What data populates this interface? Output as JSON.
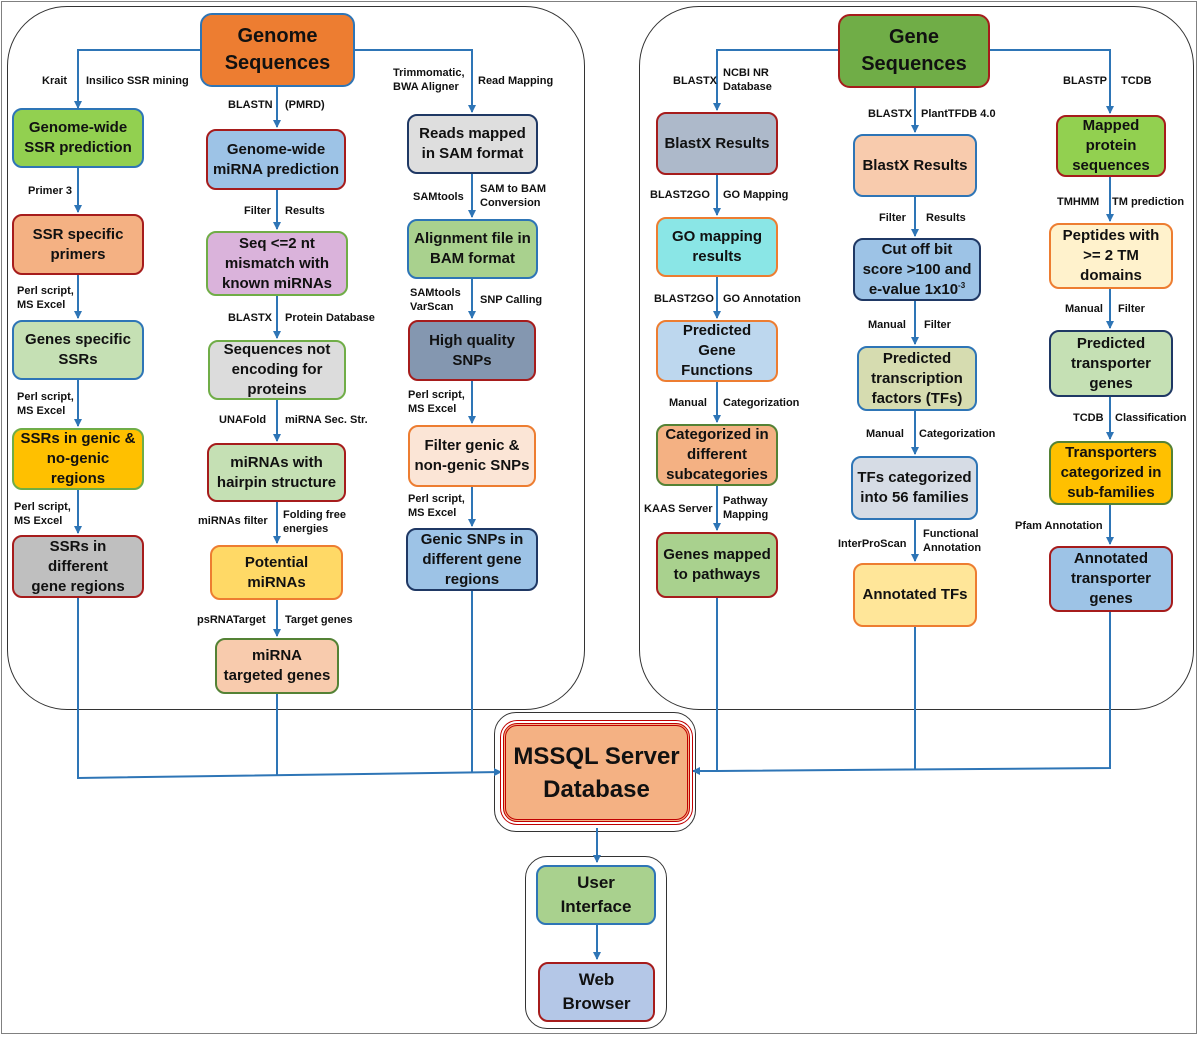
{
  "genome_panel": {
    "root": [
      "Genome",
      "Sequences"
    ],
    "col1": {
      "edge_top": [
        "Krait",
        "Insilico SSR mining"
      ],
      "n1": [
        "Genome-wide",
        "SSR prediction"
      ],
      "e1": "Primer 3",
      "n2": [
        "SSR specific",
        "primers"
      ],
      "e2": [
        "Perl script,",
        "MS Excel"
      ],
      "n3": [
        "Genes specific",
        "SSRs"
      ],
      "e3": [
        "Perl script,",
        "MS Excel"
      ],
      "n4": [
        "SSRs in genic &",
        "no-genic regions"
      ],
      "e4": [
        "Perl script,",
        "MS Excel"
      ],
      "n5": [
        "SSRs in different",
        "gene regions"
      ]
    },
    "col2": {
      "edge_top": [
        "BLASTN",
        "(PMRD)"
      ],
      "n1": [
        "Genome-wide",
        "miRNA prediction"
      ],
      "e1": [
        "Filter",
        "Results"
      ],
      "n2": [
        "Seq <=2 nt",
        "mismatch with",
        "known miRNAs"
      ],
      "e2": [
        "BLASTX",
        "Protein Database"
      ],
      "n3": [
        "Sequences not",
        "encoding for",
        "proteins"
      ],
      "e3": [
        "UNAFold",
        "miRNA Sec. Str."
      ],
      "n4": [
        "miRNAs with",
        "hairpin structure"
      ],
      "e4": [
        "miRNAs filter",
        "Folding free",
        "energies"
      ],
      "n5": [
        "Potential",
        "miRNAs"
      ],
      "e5": [
        "psRNATarget",
        "Target genes"
      ],
      "n6": [
        "miRNA",
        "targeted genes"
      ]
    },
    "col3": {
      "edge_top": [
        "Trimmomatic,",
        "BWA Aligner",
        "Read Mapping"
      ],
      "n1": [
        "Reads mapped",
        "in SAM format"
      ],
      "e1": [
        "SAMtools",
        "SAM to BAM",
        "Conversion"
      ],
      "n2": [
        "Alignment file in",
        "BAM format"
      ],
      "e2": [
        "SAMtools",
        "VarScan",
        "SNP Calling"
      ],
      "n3": [
        "High quality",
        "SNPs"
      ],
      "e3": [
        "Perl script,",
        "MS Excel"
      ],
      "n4": [
        "Filter genic &",
        "non-genic SNPs"
      ],
      "e4": [
        "Perl script,",
        "MS Excel"
      ],
      "n5": [
        "Genic SNPs in",
        "different gene",
        "regions"
      ]
    }
  },
  "gene_panel": {
    "root": [
      "Gene",
      "Sequences"
    ],
    "col1": {
      "edge_top": [
        "BLASTX",
        "NCBI NR",
        "Database"
      ],
      "n1": "BlastX Results",
      "e1": [
        "BLAST2GO",
        "GO Mapping"
      ],
      "n2": [
        "GO mapping",
        "results"
      ],
      "e2": [
        "BLAST2GO",
        "GO Annotation"
      ],
      "n3": [
        "Predicted",
        "Gene",
        "Functions"
      ],
      "e3": [
        "Manual",
        "Categorization"
      ],
      "n4": [
        "Categorized in",
        "different",
        "subcategories"
      ],
      "e4": [
        "KAAS Server",
        "Pathway",
        "Mapping"
      ],
      "n5": [
        "Genes mapped",
        "to pathways"
      ]
    },
    "col2": {
      "edge_top": [
        "BLASTX",
        "PlantTFDB 4.0"
      ],
      "n1": "BlastX Results",
      "e1": [
        "Filter",
        "Results"
      ],
      "n2": [
        "Cut off bit",
        "score >100 and",
        "e-value 1x10",
        "-3"
      ],
      "e2": [
        "Manual",
        "Filter"
      ],
      "n3": [
        "Predicted",
        "transcription",
        "factors (TFs)"
      ],
      "e3": [
        "Manual",
        "Categorization"
      ],
      "n4": [
        "TFs categorized",
        "into 56 families"
      ],
      "e4": [
        "InterProScan",
        "Functional",
        "Annotation"
      ],
      "n5": "Annotated TFs"
    },
    "col3": {
      "edge_top": [
        "BLASTP",
        "TCDB"
      ],
      "n1": [
        "Mapped",
        "protein",
        "sequences"
      ],
      "e1": [
        "TMHMM",
        "TM  prediction"
      ],
      "n2": [
        "Peptides with",
        ">= 2 TM",
        "domains"
      ],
      "e2": [
        "Manual",
        "Filter"
      ],
      "n3": [
        "Predicted",
        "transporter",
        "genes"
      ],
      "e3": [
        "TCDB",
        "Classification"
      ],
      "n4": [
        "Transporters",
        "categorized in",
        "sub-families"
      ],
      "e4": "Pfam Annotation",
      "n5": [
        "Annotated",
        "transporter",
        "genes"
      ]
    }
  },
  "database": [
    "MSSQL Server",
    "Database"
  ],
  "frontend": {
    "ui": [
      "User",
      "Interface"
    ],
    "web": [
      "Web",
      "Browser"
    ]
  },
  "colors": {
    "connector": "#2e75b6",
    "genome_root": "#ed7d31",
    "gene_root": "#70ad47"
  }
}
